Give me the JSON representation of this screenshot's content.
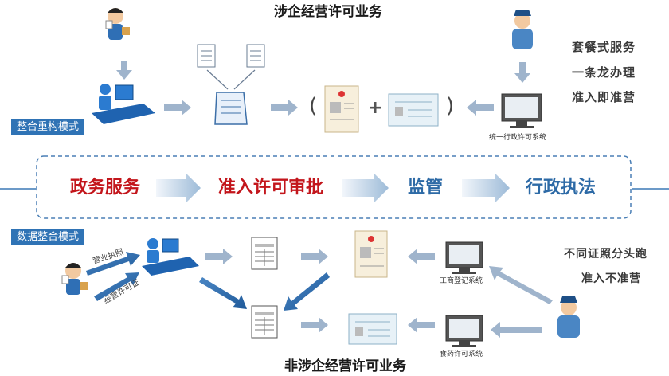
{
  "top_title": "涉企经营许可业务",
  "bottom_title": "非涉企经营许可业务",
  "top_mode": "整合重构模式",
  "bottom_mode": "数据整合模式",
  "top_slogans": [
    "套餐式服务",
    "一条龙办理",
    "准入即准营"
  ],
  "bottom_slogans": [
    "不同证照分头跑",
    "准入不准营"
  ],
  "systems": {
    "unified": "统一行政许可系统",
    "business": "工商登记系统",
    "food_drug": "食药许可系统"
  },
  "stages": [
    "政务服务",
    "准入许可审批",
    "监管",
    "行政执法"
  ],
  "handwritten": {
    "license": "营业执照",
    "permit": "经营许可证"
  },
  "symbols": {
    "open_paren": "(",
    "plus": "+",
    "close_paren": ")"
  },
  "colors": {
    "accent": "#2f73b5",
    "red": "#c3161c",
    "blue": "#2d6aa6",
    "arrow": "#9fb4cc"
  }
}
